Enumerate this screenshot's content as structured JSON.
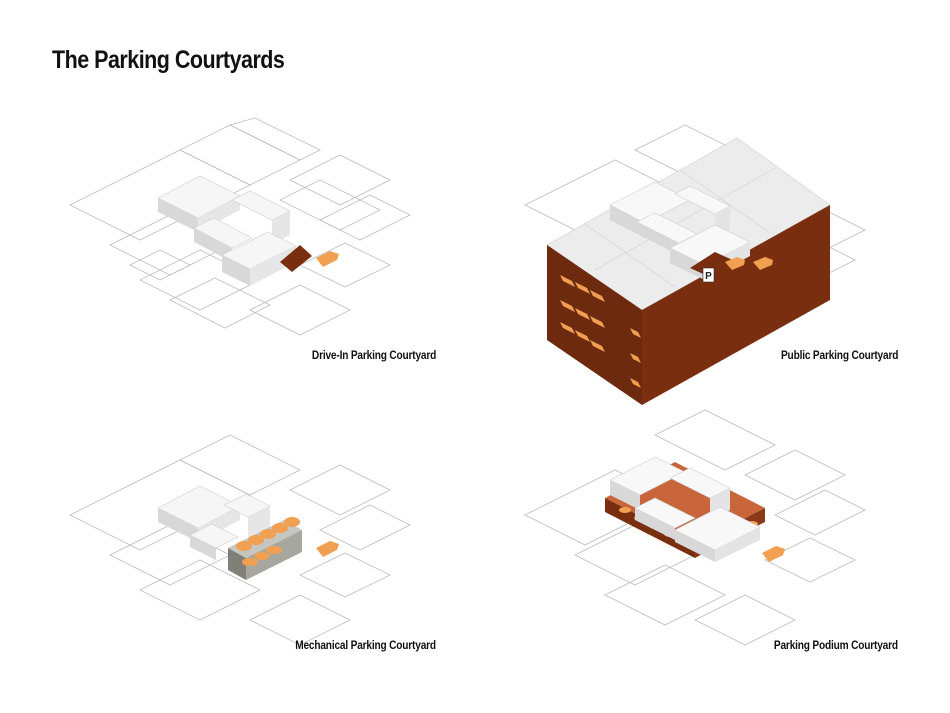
{
  "page": {
    "title": "The Parking Courtyards"
  },
  "panels": [
    {
      "caption": "Drive-In Parking Courtyard"
    },
    {
      "caption": "Public Parking Courtyard"
    },
    {
      "caption": "Mechanical Parking Courtyard"
    },
    {
      "caption": "Parking Podium Courtyard"
    }
  ],
  "colors": {
    "building": "#eeeeee",
    "rust": "#7a2e10",
    "car": "#f0a050",
    "line": "#bdbdbd"
  },
  "signage": {
    "parking_sign": "P"
  }
}
